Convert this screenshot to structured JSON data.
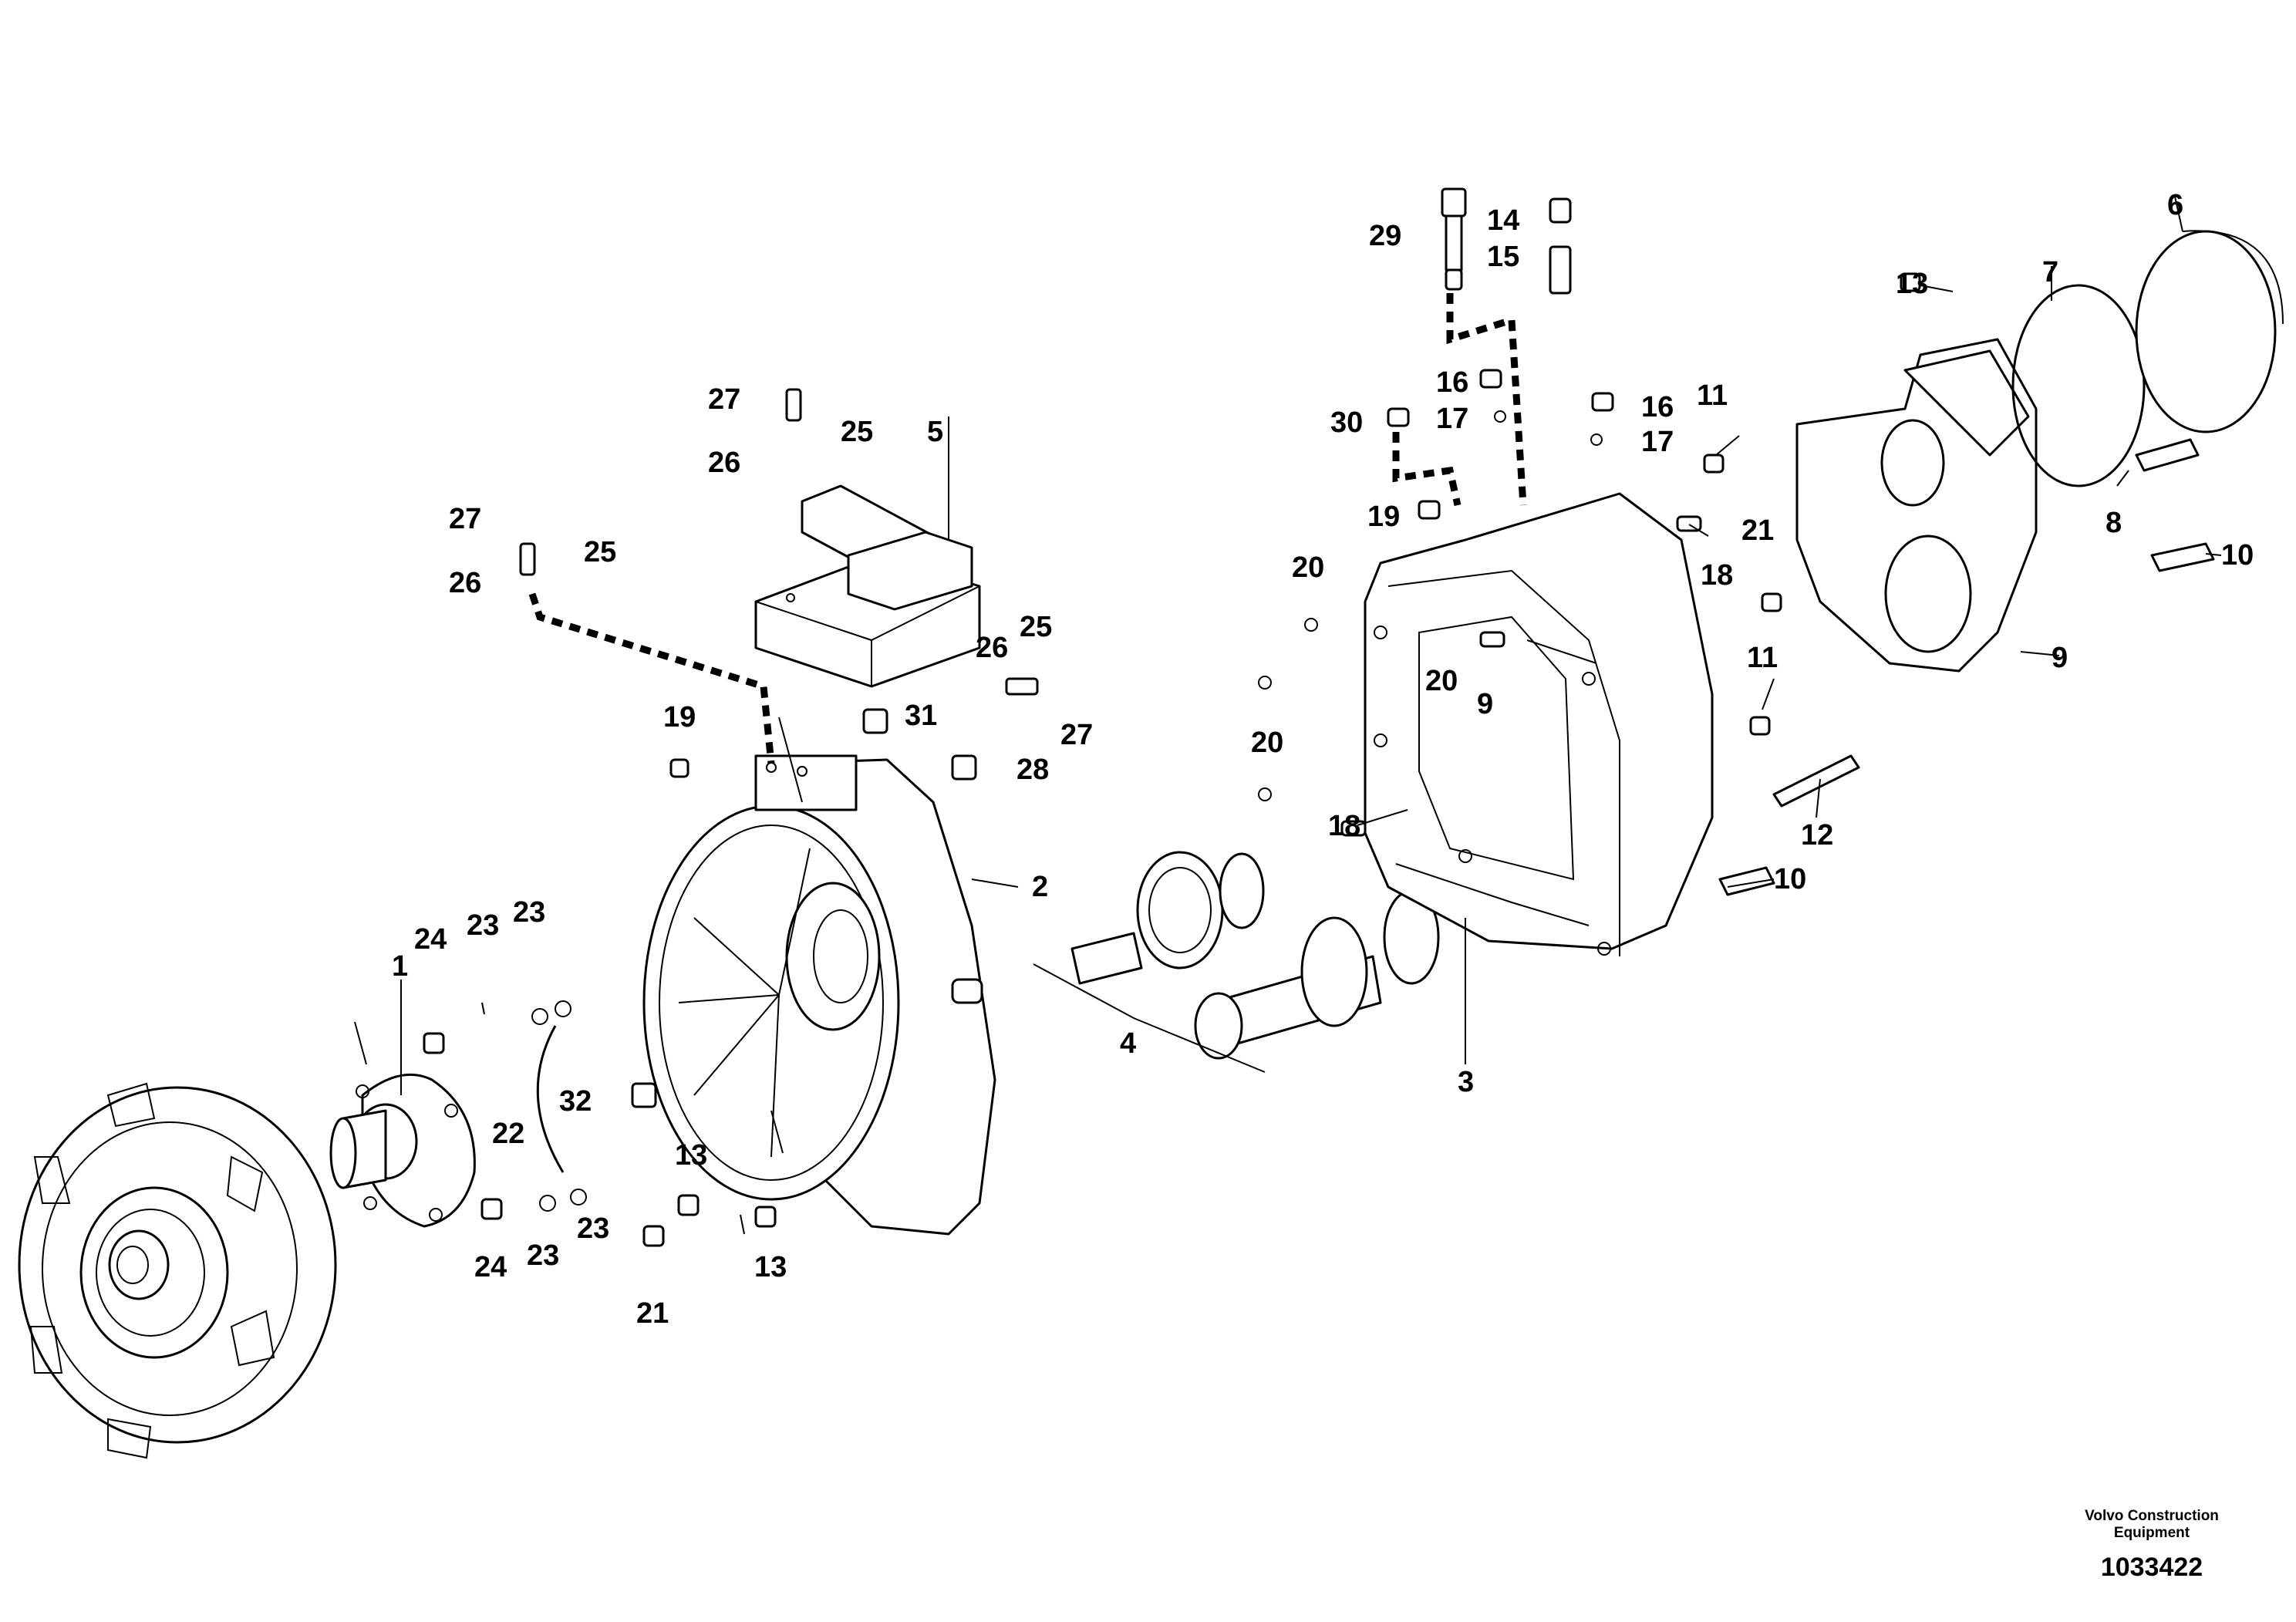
{
  "diagram": {
    "callouts": [
      {
        "id": "c1",
        "label": "1"
      },
      {
        "id": "c2",
        "label": "2"
      },
      {
        "id": "c3",
        "label": "3"
      },
      {
        "id": "c4",
        "label": "4"
      },
      {
        "id": "c5",
        "label": "5"
      },
      {
        "id": "c6",
        "label": "6"
      },
      {
        "id": "c7",
        "label": "7"
      },
      {
        "id": "c8",
        "label": "8"
      },
      {
        "id": "c9a",
        "label": "9"
      },
      {
        "id": "c9b",
        "label": "9"
      },
      {
        "id": "c10a",
        "label": "10"
      },
      {
        "id": "c10b",
        "label": "10"
      },
      {
        "id": "c11a",
        "label": "11"
      },
      {
        "id": "c11b",
        "label": "11"
      },
      {
        "id": "c12",
        "label": "12"
      },
      {
        "id": "c13a",
        "label": "13"
      },
      {
        "id": "c13b",
        "label": "13"
      },
      {
        "id": "c13c",
        "label": "13"
      },
      {
        "id": "c14",
        "label": "14"
      },
      {
        "id": "c15",
        "label": "15"
      },
      {
        "id": "c16a",
        "label": "16"
      },
      {
        "id": "c16b",
        "label": "16"
      },
      {
        "id": "c17a",
        "label": "17"
      },
      {
        "id": "c17b",
        "label": "17"
      },
      {
        "id": "c18a",
        "label": "18"
      },
      {
        "id": "c18b",
        "label": "18"
      },
      {
        "id": "c19a",
        "label": "19"
      },
      {
        "id": "c19b",
        "label": "19"
      },
      {
        "id": "c20a",
        "label": "20"
      },
      {
        "id": "c20b",
        "label": "20"
      },
      {
        "id": "c20c",
        "label": "20"
      },
      {
        "id": "c21a",
        "label": "21"
      },
      {
        "id": "c21b",
        "label": "21"
      },
      {
        "id": "c22",
        "label": "22"
      },
      {
        "id": "c23a",
        "label": "23"
      },
      {
        "id": "c23b",
        "label": "23"
      },
      {
        "id": "c23c",
        "label": "23"
      },
      {
        "id": "c23d",
        "label": "23"
      },
      {
        "id": "c24a",
        "label": "24"
      },
      {
        "id": "c24b",
        "label": "24"
      },
      {
        "id": "c25a",
        "label": "25"
      },
      {
        "id": "c25b",
        "label": "25"
      },
      {
        "id": "c25c",
        "label": "25"
      },
      {
        "id": "c26a",
        "label": "26"
      },
      {
        "id": "c26b",
        "label": "26"
      },
      {
        "id": "c26c",
        "label": "26"
      },
      {
        "id": "c27a",
        "label": "27"
      },
      {
        "id": "c27b",
        "label": "27"
      },
      {
        "id": "c27c",
        "label": "27"
      },
      {
        "id": "c28",
        "label": "28"
      },
      {
        "id": "c29",
        "label": "29"
      },
      {
        "id": "c30",
        "label": "30"
      },
      {
        "id": "c31",
        "label": "31"
      },
      {
        "id": "c32",
        "label": "32"
      }
    ]
  },
  "credit": {
    "line1": "Volvo Construction",
    "line2": "Equipment",
    "reference": "1033422"
  }
}
